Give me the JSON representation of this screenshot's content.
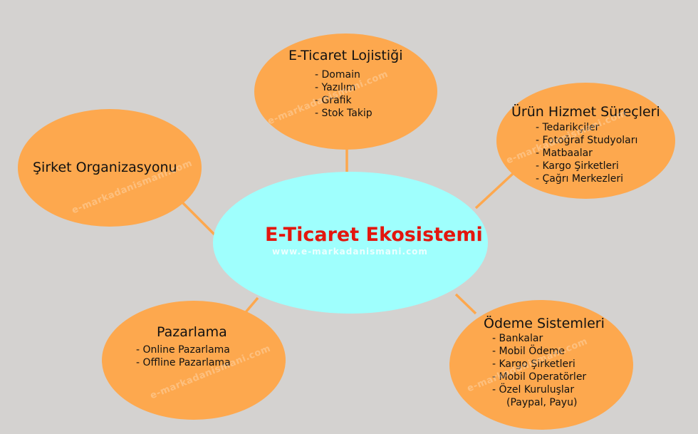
{
  "center": {
    "title": "E-Ticaret Ekosistemi",
    "watermark": "www.e-markadanismani.com"
  },
  "colors": {
    "background": "#d4d2d0",
    "bubble": "#fda84e",
    "center_bubble": "#9ffffd",
    "title_red": "#e3160e"
  },
  "watermark": "e-markadanismani.com",
  "nodes": {
    "lojistik": {
      "title": "E-Ticaret Lojistiği",
      "items": [
        "- Domain",
        "- Yazılım",
        "- Grafik",
        "- Stok Takip"
      ]
    },
    "urun": {
      "title": "Ürün Hizmet Süreçleri",
      "items": [
        "- Tedarikçiler",
        "- Fotoğraf Studyoları",
        "- Matbaalar",
        "- Kargo Şirketleri",
        "- Çağrı Merkezleri"
      ]
    },
    "sirket": {
      "title": "Şirket Organizasyonu"
    },
    "pazarlama": {
      "title": "Pazarlama",
      "items": [
        "- Online Pazarlama",
        "- Offline Pazarlama"
      ]
    },
    "odeme": {
      "title": "Ödeme Sistemleri",
      "items": [
        "- Bankalar",
        "- Mobil Ödeme",
        "- Kargo Şirketleri",
        "- Mobil Operatörler",
        "- Özel Kuruluşlar",
        "(Paypal, Payu)"
      ]
    }
  }
}
